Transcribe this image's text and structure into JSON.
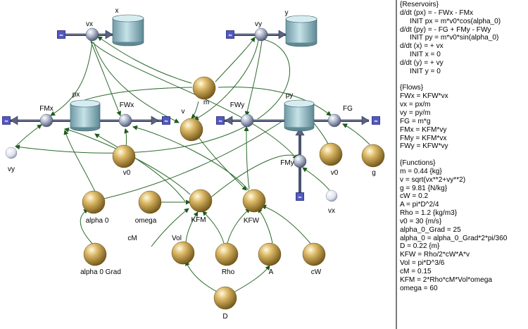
{
  "reservoirs": {
    "px": {
      "label": "px"
    },
    "py": {
      "label": "py"
    },
    "x": {
      "label": "x"
    },
    "y": {
      "label": "y"
    }
  },
  "flows": {
    "FMx": {
      "label": "FMx"
    },
    "FWx": {
      "label": "FWx"
    },
    "FWy": {
      "label": "FWy"
    },
    "FG": {
      "label": "FG"
    },
    "FMy": {
      "label": "FMy"
    },
    "vx_flow": {
      "label": "vx"
    },
    "vy_flow": {
      "label": "vy"
    }
  },
  "functions": {
    "m": {
      "label": "m"
    },
    "v": {
      "label": "v"
    },
    "v0_left": {
      "label": "v0"
    },
    "v0_right": {
      "label": "v0"
    },
    "g": {
      "label": "g"
    },
    "alpha0": {
      "label": "alpha 0"
    },
    "omega": {
      "label": "omega"
    },
    "KFM": {
      "label": "KFM"
    },
    "KFW": {
      "label": "KFW"
    },
    "alpha0grad": {
      "label": "alpha 0 Grad"
    },
    "Vol": {
      "label": "Vol"
    },
    "Rho": {
      "label": "Rho"
    },
    "A": {
      "label": "A"
    },
    "cW": {
      "label": "cW"
    },
    "cM": {
      "label": "cM"
    },
    "D": {
      "label": "D"
    }
  },
  "ghosts": {
    "vy": {
      "label": "vy"
    },
    "vx": {
      "label": "vx"
    }
  },
  "equations": [
    "{Reservoirs}",
    "d/dt (px) = - FWx - FMx",
    "     INIT px = m*v0*cos(alpha_0)",
    "d/dt (py) = - FG + FMy - FWy",
    "     INIT py = m*v0*sin(alpha_0)",
    "d/dt (x) = + vx",
    "     INIT x = 0",
    "d/dt (y) = + vy",
    "     INIT y = 0",
    "",
    "{Flows}",
    "FWx = KFW*vx",
    "vx = px/m",
    "vy = py/m",
    "FG = m*g",
    "FMx = KFM*vy",
    "FMy = KFM*vx",
    "FWy = KFW*vy",
    "",
    "{Functions}",
    "m = 0.44 {kg}",
    "v = sqrt(vx**2+vy**2)",
    "g = 9.81 {N/kg}",
    "cW = 0.2",
    "A = pi*D^2/4",
    "Rho = 1.2 {kg/m3}",
    "v0 = 30 {m/s}",
    "alpha_0_Grad = 25",
    "alpha_0 = alpha_0_Grad*2*pi/360",
    "D = 0.22 {m}",
    "KFW = Rho/2*cW*A*v",
    "Vol = pi*D^3/6",
    "cM = 0.15",
    "KFM = 2*Rho*cM*Vol*omega",
    "omega = 60"
  ],
  "colors": {
    "function_ball": "#c9a448",
    "flow_ball": "#8d97ad",
    "reservoir": "#9fc3cc",
    "cloud": "#5a5fc0",
    "connector": "#1f5f1f"
  }
}
